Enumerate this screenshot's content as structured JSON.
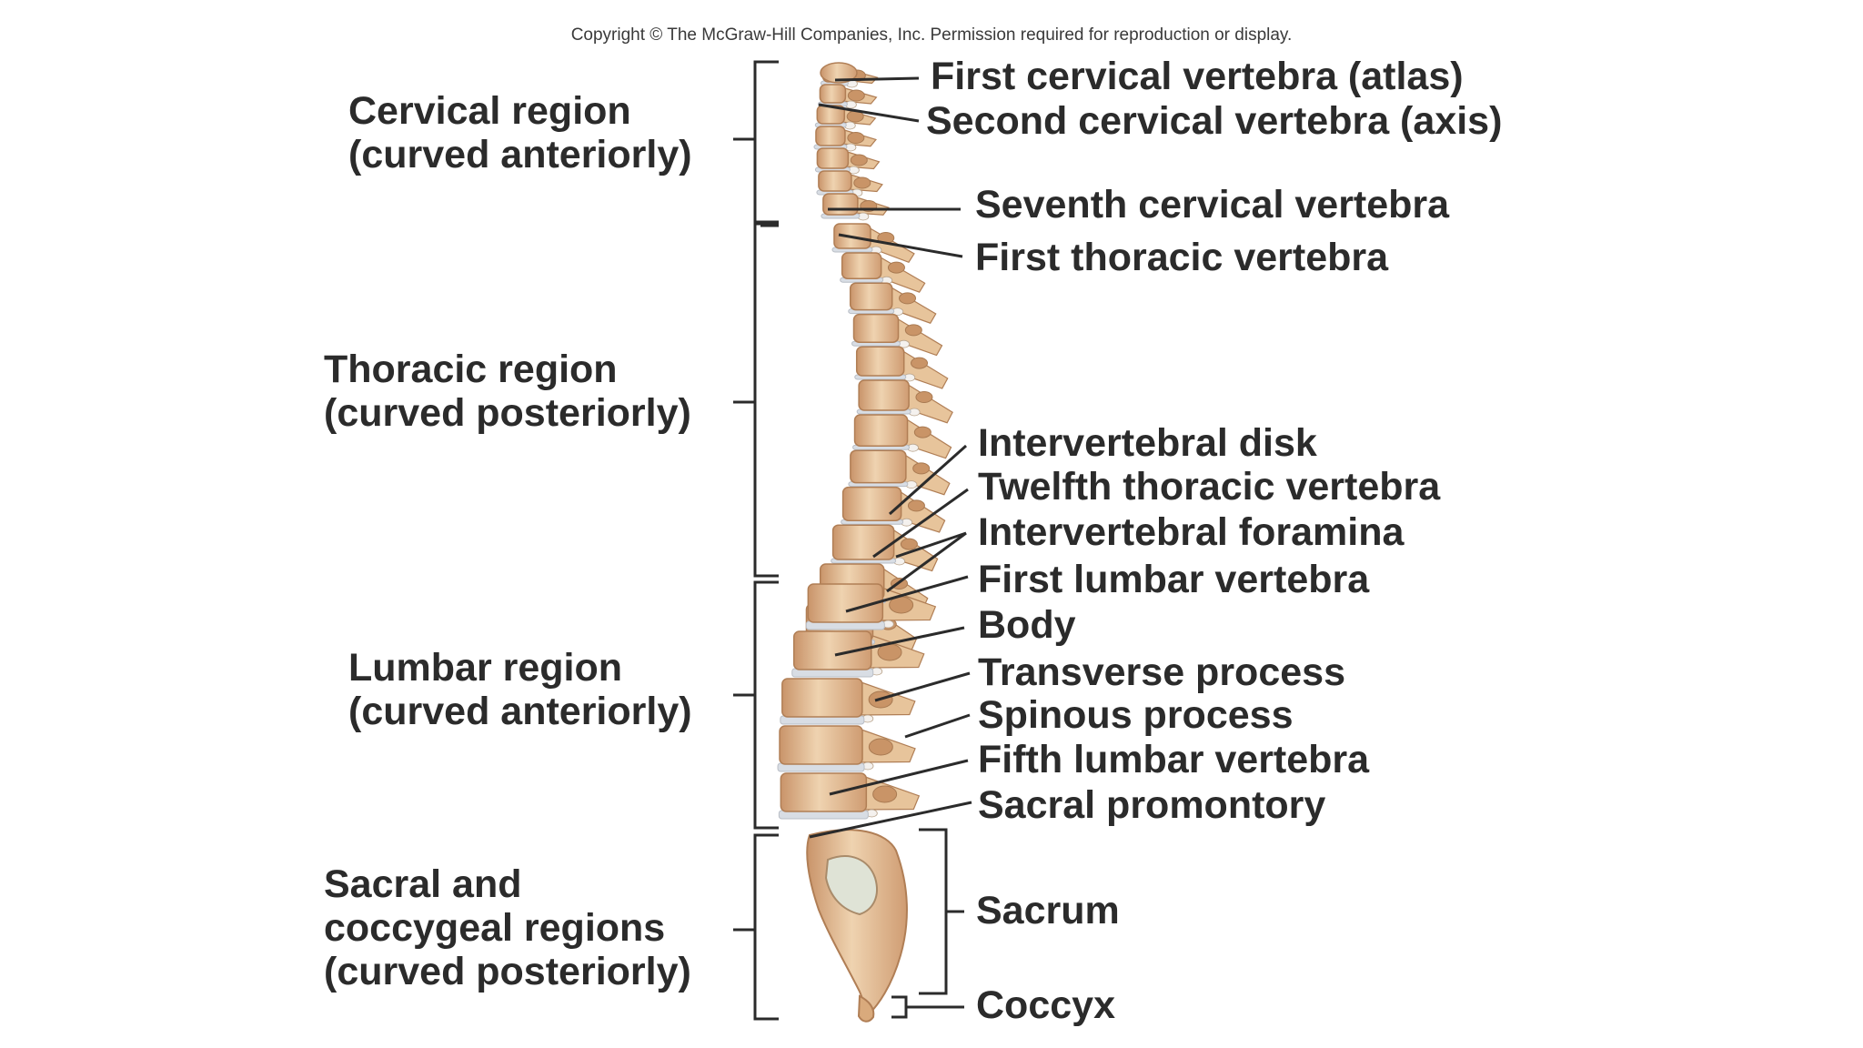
{
  "copyright": "Copyright © The McGraw-Hill Companies, Inc. Permission required for reproduction or display.",
  "regions": {
    "cervical": [
      "Cervical region",
      "(curved anteriorly)"
    ],
    "thoracic": [
      "Thoracic region",
      "(curved posteriorly)"
    ],
    "lumbar": [
      "Lumbar region",
      "(curved anteriorly)"
    ],
    "sacral": [
      "Sacral and",
      "coccygeal regions",
      "(curved posteriorly)"
    ]
  },
  "labels": {
    "atlas": "First cervical vertebra (atlas)",
    "axis": "Second cervical vertebra (axis)",
    "seventh_cervical": "Seventh cervical vertebra",
    "first_thoracic": "First thoracic vertebra",
    "intervertebral_disk": "Intervertebral disk",
    "twelfth_thoracic": "Twelfth thoracic vertebra",
    "intervertebral_foramina": "Intervertebral foramina",
    "first_lumbar": "First lumbar vertebra",
    "body": "Body",
    "transverse_process": "Transverse process",
    "spinous_process": "Spinous process",
    "fifth_lumbar": "Fifth lumbar vertebra",
    "sacral_promontory": "Sacral promontory",
    "sacrum": "Sacrum",
    "coccyx": "Coccyx"
  },
  "colors": {
    "bone": "#e7c49b",
    "bone_dark": "#c99467",
    "disk": "#d8dde4",
    "text": "#2b2b2b"
  }
}
